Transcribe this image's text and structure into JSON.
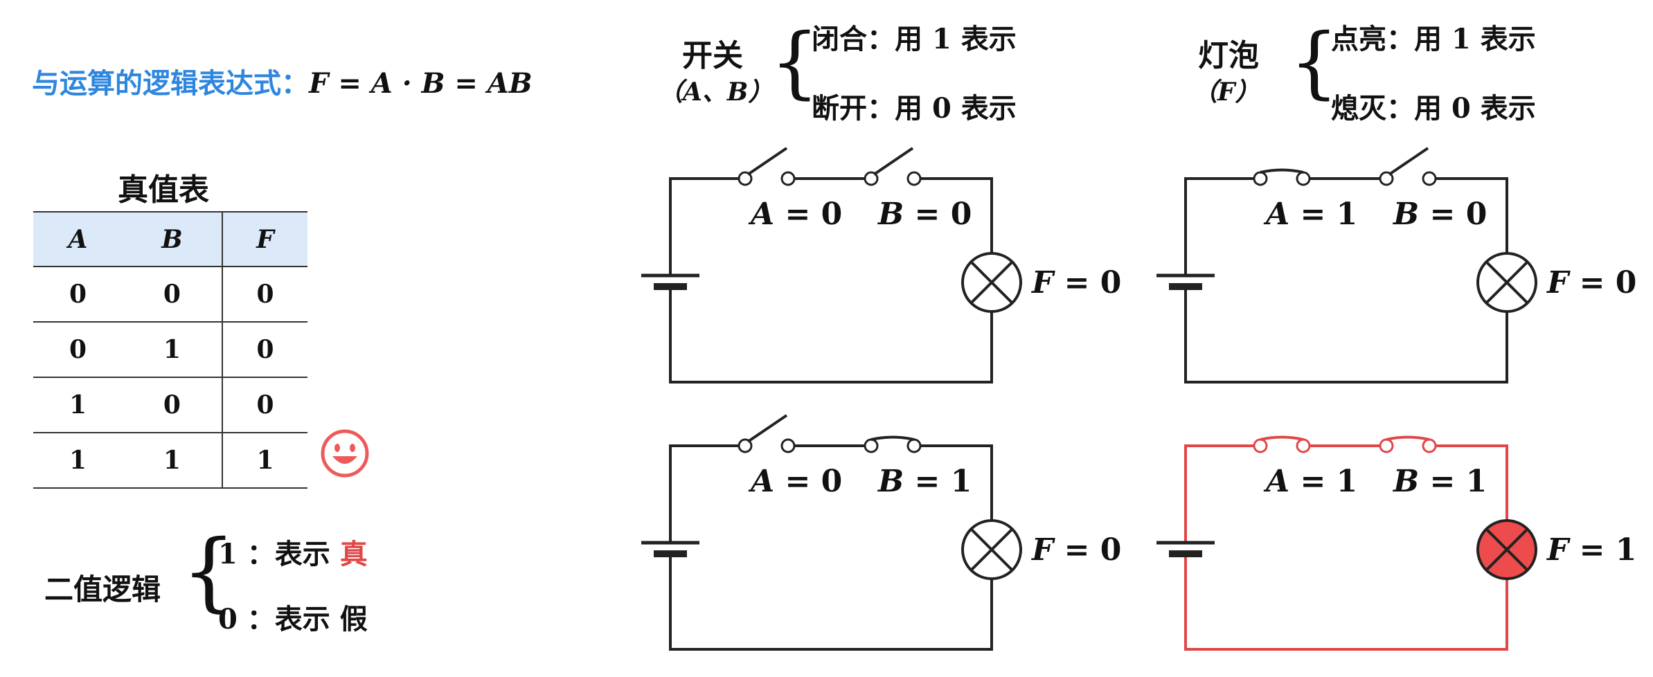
{
  "title": {
    "label": "与运算的逻辑表达式：",
    "expr": "F = A · B = AB"
  },
  "truth_table": {
    "title": "真值表",
    "headers": [
      "A",
      "B",
      "F"
    ],
    "rows": [
      [
        "0",
        "0",
        "0"
      ],
      [
        "0",
        "1",
        "0"
      ],
      [
        "1",
        "0",
        "0"
      ],
      [
        "1",
        "1",
        "1"
      ]
    ]
  },
  "binary_logic": {
    "label": "二值逻辑",
    "items": [
      {
        "value": "1",
        "text": "：表示",
        "word": "真"
      },
      {
        "value": "0",
        "text": "：表示",
        "word": "假"
      }
    ]
  },
  "switch_legend": {
    "title": "开关",
    "vars": "（A、B）",
    "items": [
      {
        "state": "闭合：用",
        "value": "1",
        "suffix": "表示"
      },
      {
        "state": "断开：用",
        "value": "0",
        "suffix": "表示"
      }
    ]
  },
  "bulb_legend": {
    "title": "灯泡",
    "vars": "（F）",
    "items": [
      {
        "state": "点亮：用",
        "value": "1",
        "suffix": "表示"
      },
      {
        "state": "熄灭：用",
        "value": "0",
        "suffix": "表示"
      }
    ]
  },
  "circuits": [
    {
      "A": "0",
      "B": "0",
      "F": "0",
      "a_label": "A = 0",
      "b_label": "B = 0",
      "f_label": "F = 0"
    },
    {
      "A": "1",
      "B": "0",
      "F": "0",
      "a_label": "A = 1",
      "b_label": "B = 0",
      "f_label": "F = 0"
    },
    {
      "A": "0",
      "B": "1",
      "F": "0",
      "a_label": "A = 0",
      "b_label": "B = 1",
      "f_label": "F = 0"
    },
    {
      "A": "1",
      "B": "1",
      "F": "1",
      "a_label": "A = 1",
      "b_label": "B = 1",
      "f_label": "F = 1"
    }
  ],
  "colors": {
    "title_blue": "#2e86de",
    "active_red": "#e04747",
    "header_bg": "#dbe9f8",
    "lamp_on": "#ee4c4c",
    "smile": "#ee5a5a"
  }
}
